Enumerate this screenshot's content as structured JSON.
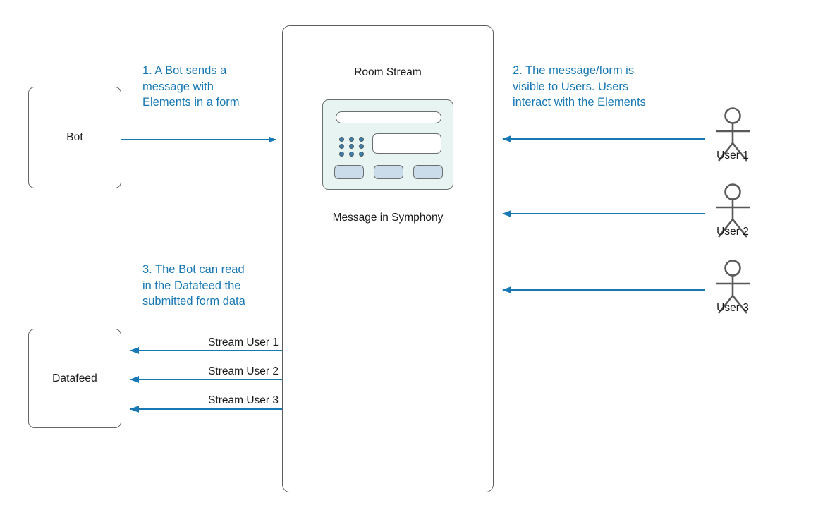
{
  "diagram": {
    "title": "Symphony Elements message flow",
    "colors": {
      "accent_blue": "#1878b4",
      "arrow_blue": "#1878b4",
      "box_border": "#666666",
      "widget_bg": "#e8f4f1",
      "widget_button": "#cadcea",
      "dot_blue": "#3a7fae",
      "text_dark": "#1a1a1a",
      "background": "#ffffff"
    }
  },
  "nodes": {
    "bot": {
      "label": "Bot"
    },
    "datafeed": {
      "label": "Datafeed"
    },
    "room_stream": {
      "title": "Room Stream",
      "caption": "Message in Symphony"
    }
  },
  "users": [
    {
      "label": "User 1"
    },
    {
      "label": "User 2"
    },
    {
      "label": "User 3"
    }
  ],
  "notes": [
    {
      "id": "note-1",
      "text": "1. A Bot sends a message with Elements in a form"
    },
    {
      "id": "note-2",
      "text": "2. The message/form is visible to Users. Users  interact with the Elements"
    },
    {
      "id": "note-3",
      "text": "3. The Bot can read in the Datafeed the submitted form data"
    }
  ],
  "note_lines": {
    "note1": [
      "1. A Bot sends a",
      "message with",
      "Elements in a form"
    ],
    "note2": [
      "2. The message/form is",
      "visible to Users. Users",
      " interact with the Elements"
    ],
    "note3": [
      "3. The Bot can read",
      "in the Datafeed the",
      "submitted form data"
    ]
  },
  "edge_labels": [
    {
      "text": "Stream User 1"
    },
    {
      "text": "Stream User 2"
    },
    {
      "text": "Stream User 3"
    }
  ],
  "form_widget": {
    "name": "message-elements-form",
    "dot_count": 9,
    "button_count": 3
  }
}
